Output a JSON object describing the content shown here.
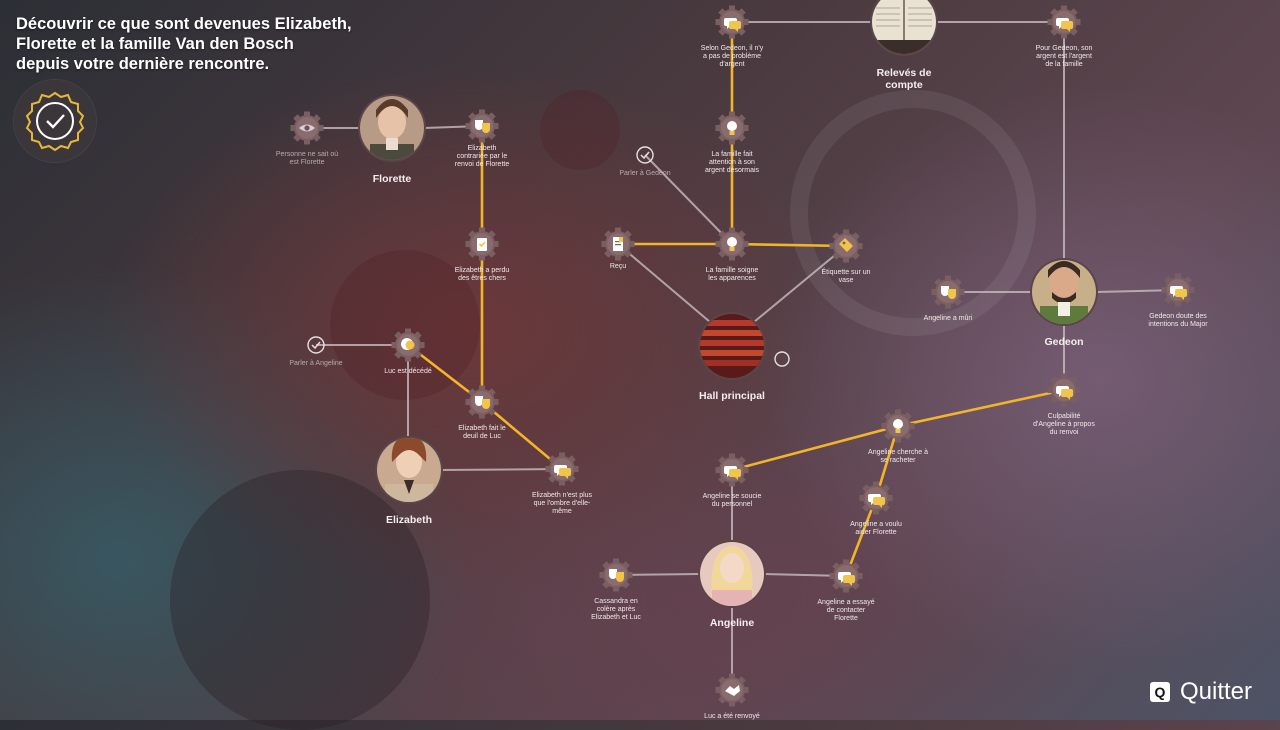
{
  "header": {
    "title_lines": [
      "Découvrir ce que sont devenues Elizabeth,",
      "Florette et la famille Van den Bosch",
      "depuis votre dernière rencontre."
    ]
  },
  "quit": {
    "key": "Q",
    "label": "Quitter"
  },
  "colors": {
    "active_link": "#f2b52a",
    "inactive_link": "#c9bdc2",
    "node_fill": "#7a5f62",
    "node_icon": "#f1c54a"
  },
  "characters": [
    {
      "id": "florette",
      "name": "Florette",
      "icon": "portrait-florette"
    },
    {
      "id": "elizabeth",
      "name": "Elizabeth",
      "icon": "portrait-elizabeth"
    },
    {
      "id": "gedeon",
      "name": "Gedeon",
      "icon": "portrait-gedeon"
    },
    {
      "id": "angeline",
      "name": "Angeline",
      "icon": "portrait-angeline"
    },
    {
      "id": "hall",
      "name": "Hall principal",
      "icon": "hall-image"
    },
    {
      "id": "releves",
      "name": "Relevés de compte",
      "icon": "ledger-image"
    }
  ],
  "nodes": [
    {
      "id": "personne",
      "icon": "eye-icon",
      "label": [
        "Personne ne sait où",
        "est Florette"
      ],
      "dim": true
    },
    {
      "id": "eliz_contrariee",
      "icon": "masks-icon",
      "label": [
        "Elizabeth",
        "contrariée par le",
        "renvoi de Florette"
      ]
    },
    {
      "id": "eliz_perdu",
      "icon": "clipboard-icon",
      "label": [
        "Elizabeth a perdu",
        "des êtres chers"
      ]
    },
    {
      "id": "parler_angeline",
      "icon": "check-icon",
      "label": [
        "Parler à Angeline"
      ],
      "dim": true
    },
    {
      "id": "luc_decede",
      "icon": "head-icon",
      "label": [
        "Luc est décédé"
      ]
    },
    {
      "id": "eliz_deuil",
      "icon": "masks-icon",
      "label": [
        "Elizabeth fait le",
        "deuil de Luc"
      ]
    },
    {
      "id": "eliz_ombre",
      "icon": "speech-icon",
      "label": [
        "Elizabeth n'est plus",
        "que l'ombre d'elle-",
        "même"
      ]
    },
    {
      "id": "selon_gedeon",
      "icon": "speech-icon",
      "label": [
        "Selon Gedeon, il n'y",
        "a pas de problème",
        "d'argent"
      ]
    },
    {
      "id": "famille_attention",
      "icon": "bulb-icon",
      "label": [
        "La famille fait",
        "attention à son",
        "argent désormais"
      ]
    },
    {
      "id": "parler_gedeon",
      "icon": "check-icon",
      "label": [
        "Parler à Gedeon"
      ],
      "dim": true
    },
    {
      "id": "recu",
      "icon": "receipt-icon",
      "label": [
        "Reçu"
      ]
    },
    {
      "id": "famille_soigne",
      "icon": "bulb-icon",
      "label": [
        "La famille soigne",
        "les apparences"
      ]
    },
    {
      "id": "etiquette",
      "icon": "tag-icon",
      "label": [
        "Étiquette sur un",
        "vase"
      ]
    },
    {
      "id": "pour_gedeon",
      "icon": "speech-icon",
      "label": [
        "Pour Gedeon, son",
        "argent est l'argent",
        "de la famille"
      ]
    },
    {
      "id": "angeline_muri",
      "icon": "masks-icon",
      "label": [
        "Angeline a mûri"
      ]
    },
    {
      "id": "gedeon_doute",
      "icon": "speech-icon",
      "label": [
        "Gedeon doute des",
        "intentions du Major"
      ]
    },
    {
      "id": "culpabilite",
      "icon": "speech-icon",
      "label": [
        "Culpabilité",
        "d'Angeline à propos",
        "du renvoi"
      ]
    },
    {
      "id": "angeline_racheter",
      "icon": "bulb-icon",
      "label": [
        "Angeline cherche à",
        "se racheter"
      ]
    },
    {
      "id": "angeline_souci",
      "icon": "speech-icon",
      "label": [
        "Angeline se soucie",
        "du personnel"
      ]
    },
    {
      "id": "angeline_aider",
      "icon": "speech-icon",
      "label": [
        "Angeline a voulu",
        "aider Florette"
      ]
    },
    {
      "id": "cassandra",
      "icon": "masks-icon",
      "label": [
        "Cassandra en",
        "colère après",
        "Elizabeth et Luc"
      ]
    },
    {
      "id": "angeline_contacter",
      "icon": "speech-icon",
      "label": [
        "Angeline a essayé",
        "de contacter",
        "Florette"
      ]
    },
    {
      "id": "luc_renvoye",
      "icon": "handshake-icon",
      "label": [
        "Luc a été renvoyé"
      ]
    },
    {
      "id": "hall_check",
      "icon": "circle-icon",
      "label": []
    }
  ]
}
